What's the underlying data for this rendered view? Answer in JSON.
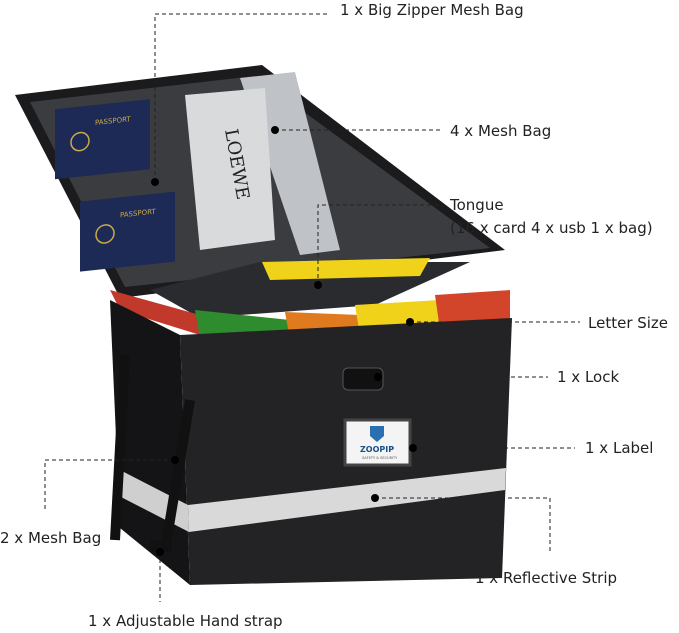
{
  "callouts": {
    "zipper_bag": "1 x Big Zipper Mesh Bag",
    "mesh_bag_4": "4 x Mesh Bag",
    "tongue": "Tongue",
    "tongue_detail": "(16 x card 4 x usb 1 x bag)",
    "letter_size": "Letter Size",
    "lock": "1 x Lock",
    "label": "1 x Label",
    "reflective_strip": "1 x Reflective Strip",
    "mesh_bag_2": "2 x Mesh Bag",
    "hand_strap": "1 x Adjustable Hand strap"
  },
  "product": {
    "brand_logo_text": "ZOOPIP",
    "brand_tagline": "SAFETY & SECURITY",
    "magazine_text": "LOEWE",
    "passport_text": "PASSPORT"
  },
  "colors": {
    "box": "#1e1e20",
    "strip": "#d9d9d9",
    "files": [
      "#c0392b",
      "#2e8b2e",
      "#e07a1f",
      "#f0d21a",
      "#d2452a"
    ]
  }
}
